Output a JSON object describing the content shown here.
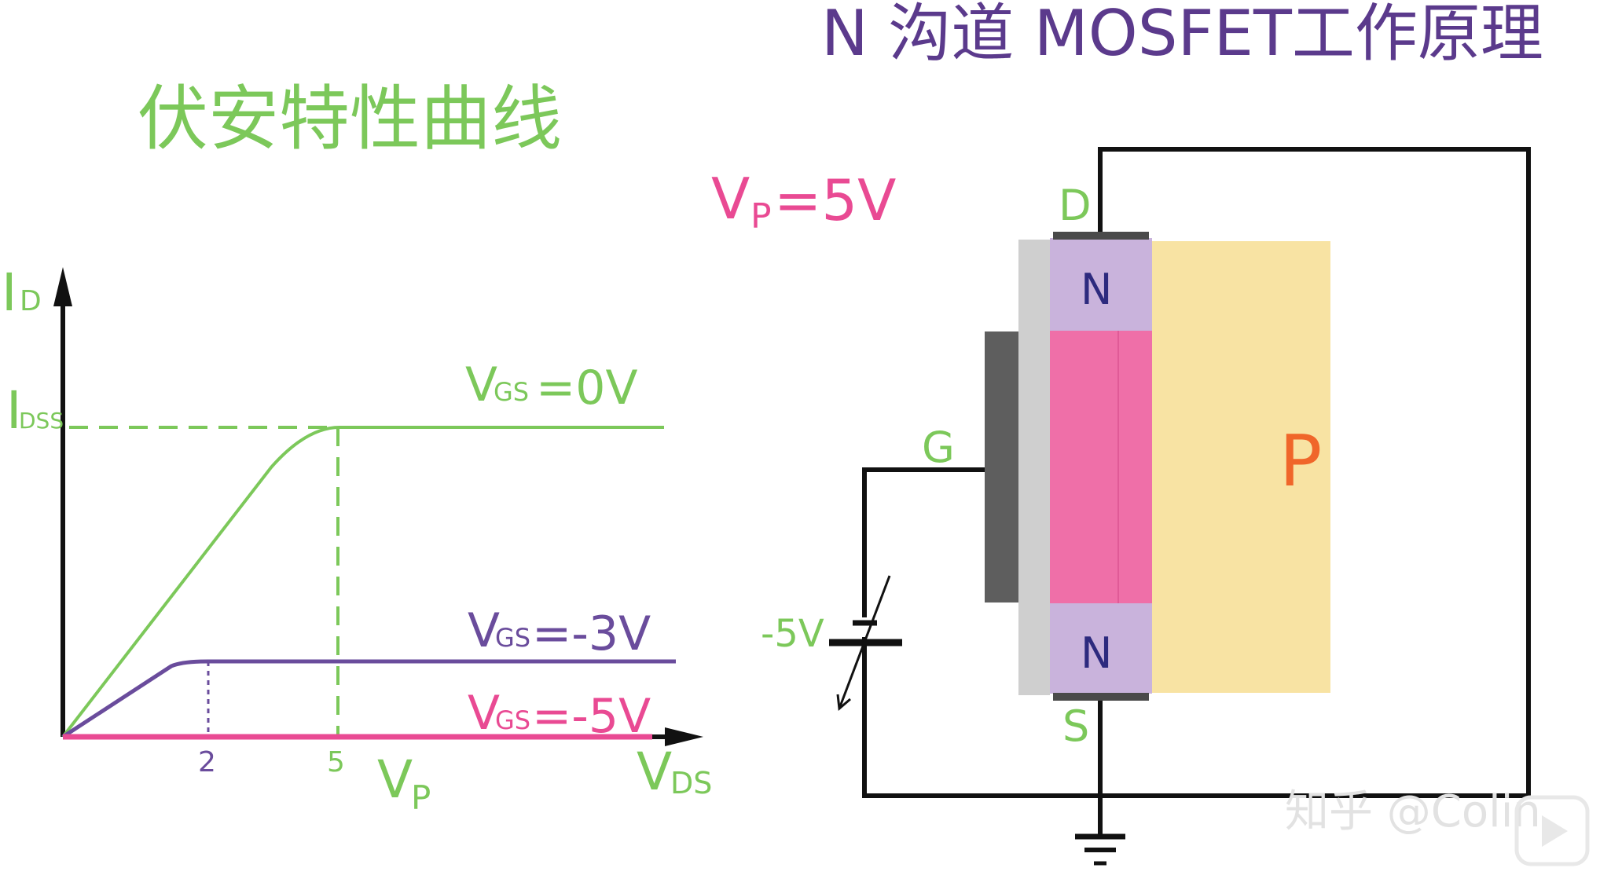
{
  "title": "N 沟道 MOSFET工作原理",
  "graph": {
    "title": "伏安特性曲线",
    "y_axis": {
      "main": "I",
      "sub": "D"
    },
    "idss": {
      "main": "I",
      "sub": "DSS"
    },
    "x_axis": {
      "main": "V",
      "sub": "DS"
    },
    "vp_label": {
      "main": "V",
      "sub": "P"
    },
    "tick_2": "2",
    "tick_5": "5",
    "curves": [
      {
        "v": "V",
        "sub": "GS",
        "value": "=0V",
        "color": "#7cc85a"
      },
      {
        "v": "V",
        "sub": "GS",
        "value": "=-3V",
        "color": "#6a4c9c"
      },
      {
        "v": "V",
        "sub": "GS",
        "value": "=-5V",
        "color": "#e94a93"
      }
    ]
  },
  "device": {
    "vp": {
      "main": "V",
      "sub": "P",
      "value": "=5V"
    },
    "terminal_d": "D",
    "terminal_g": "G",
    "terminal_s": "S",
    "region_n_top": "N",
    "region_n_bottom": "N",
    "region_p": "P",
    "battery": "-5V"
  },
  "watermark": "知乎 @Colin",
  "colors": {
    "title_purple": "#5b3a8c",
    "green": "#7cc85a",
    "purple": "#6a4c9c",
    "pink": "#e94a93",
    "n_region": "#c9b3dc",
    "channel": "#ef6fa8",
    "p_substrate": "#f8e3a3",
    "oxide": "#cfcfcf",
    "gate_metal": "#5e5e5e",
    "p_label": "#f0662a"
  }
}
